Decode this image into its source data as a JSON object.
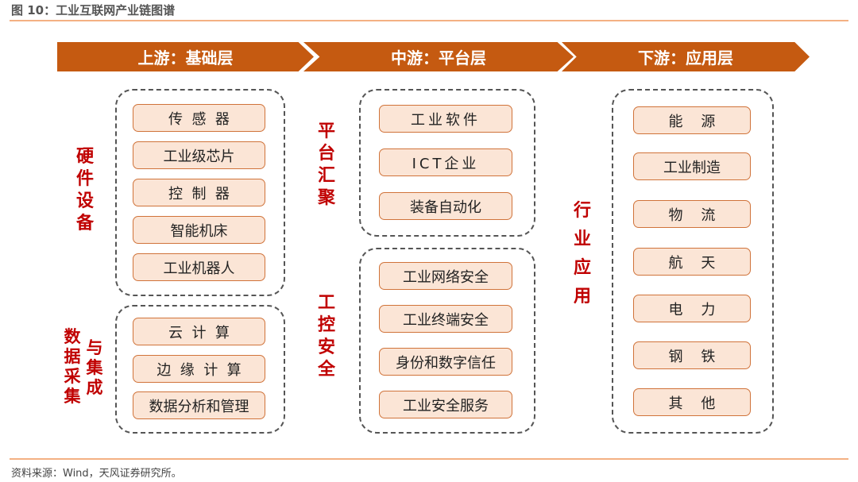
{
  "title": "图 10：工业互联网产业链图谱",
  "banners": [
    "上游：基础层",
    "中游：平台层",
    "下游：应用层"
  ],
  "upstream": {
    "label_hw": "硬件设备",
    "hw_items": [
      "传  感  器",
      "工业级芯片",
      "控  制  器",
      "智能机床",
      "工业机器人"
    ],
    "label_data_a": "数据采集",
    "label_data_b": "与集成",
    "data_items": [
      "云  计  算",
      "边  缘  计  算",
      "数据分析和管理"
    ]
  },
  "midstream": {
    "label_platform": "平台汇聚",
    "platform_items": [
      "工业软件",
      "ICT企业",
      "装备自动化"
    ],
    "label_security": "工控安全",
    "security_items": [
      "工业网络安全",
      "工业终端安全",
      "身份和数字信任",
      "工业安全服务"
    ]
  },
  "downstream": {
    "label": "行业应用",
    "items": [
      "能    源",
      "工业制造",
      "物    流",
      "航    天",
      "电    力",
      "钢    铁",
      "其    他"
    ]
  },
  "source": "资料来源：Wind，天风证券研究所。",
  "colors": {
    "banner": "#C55A11",
    "box_fill": "#FBE5D6",
    "label": "#C00000"
  }
}
